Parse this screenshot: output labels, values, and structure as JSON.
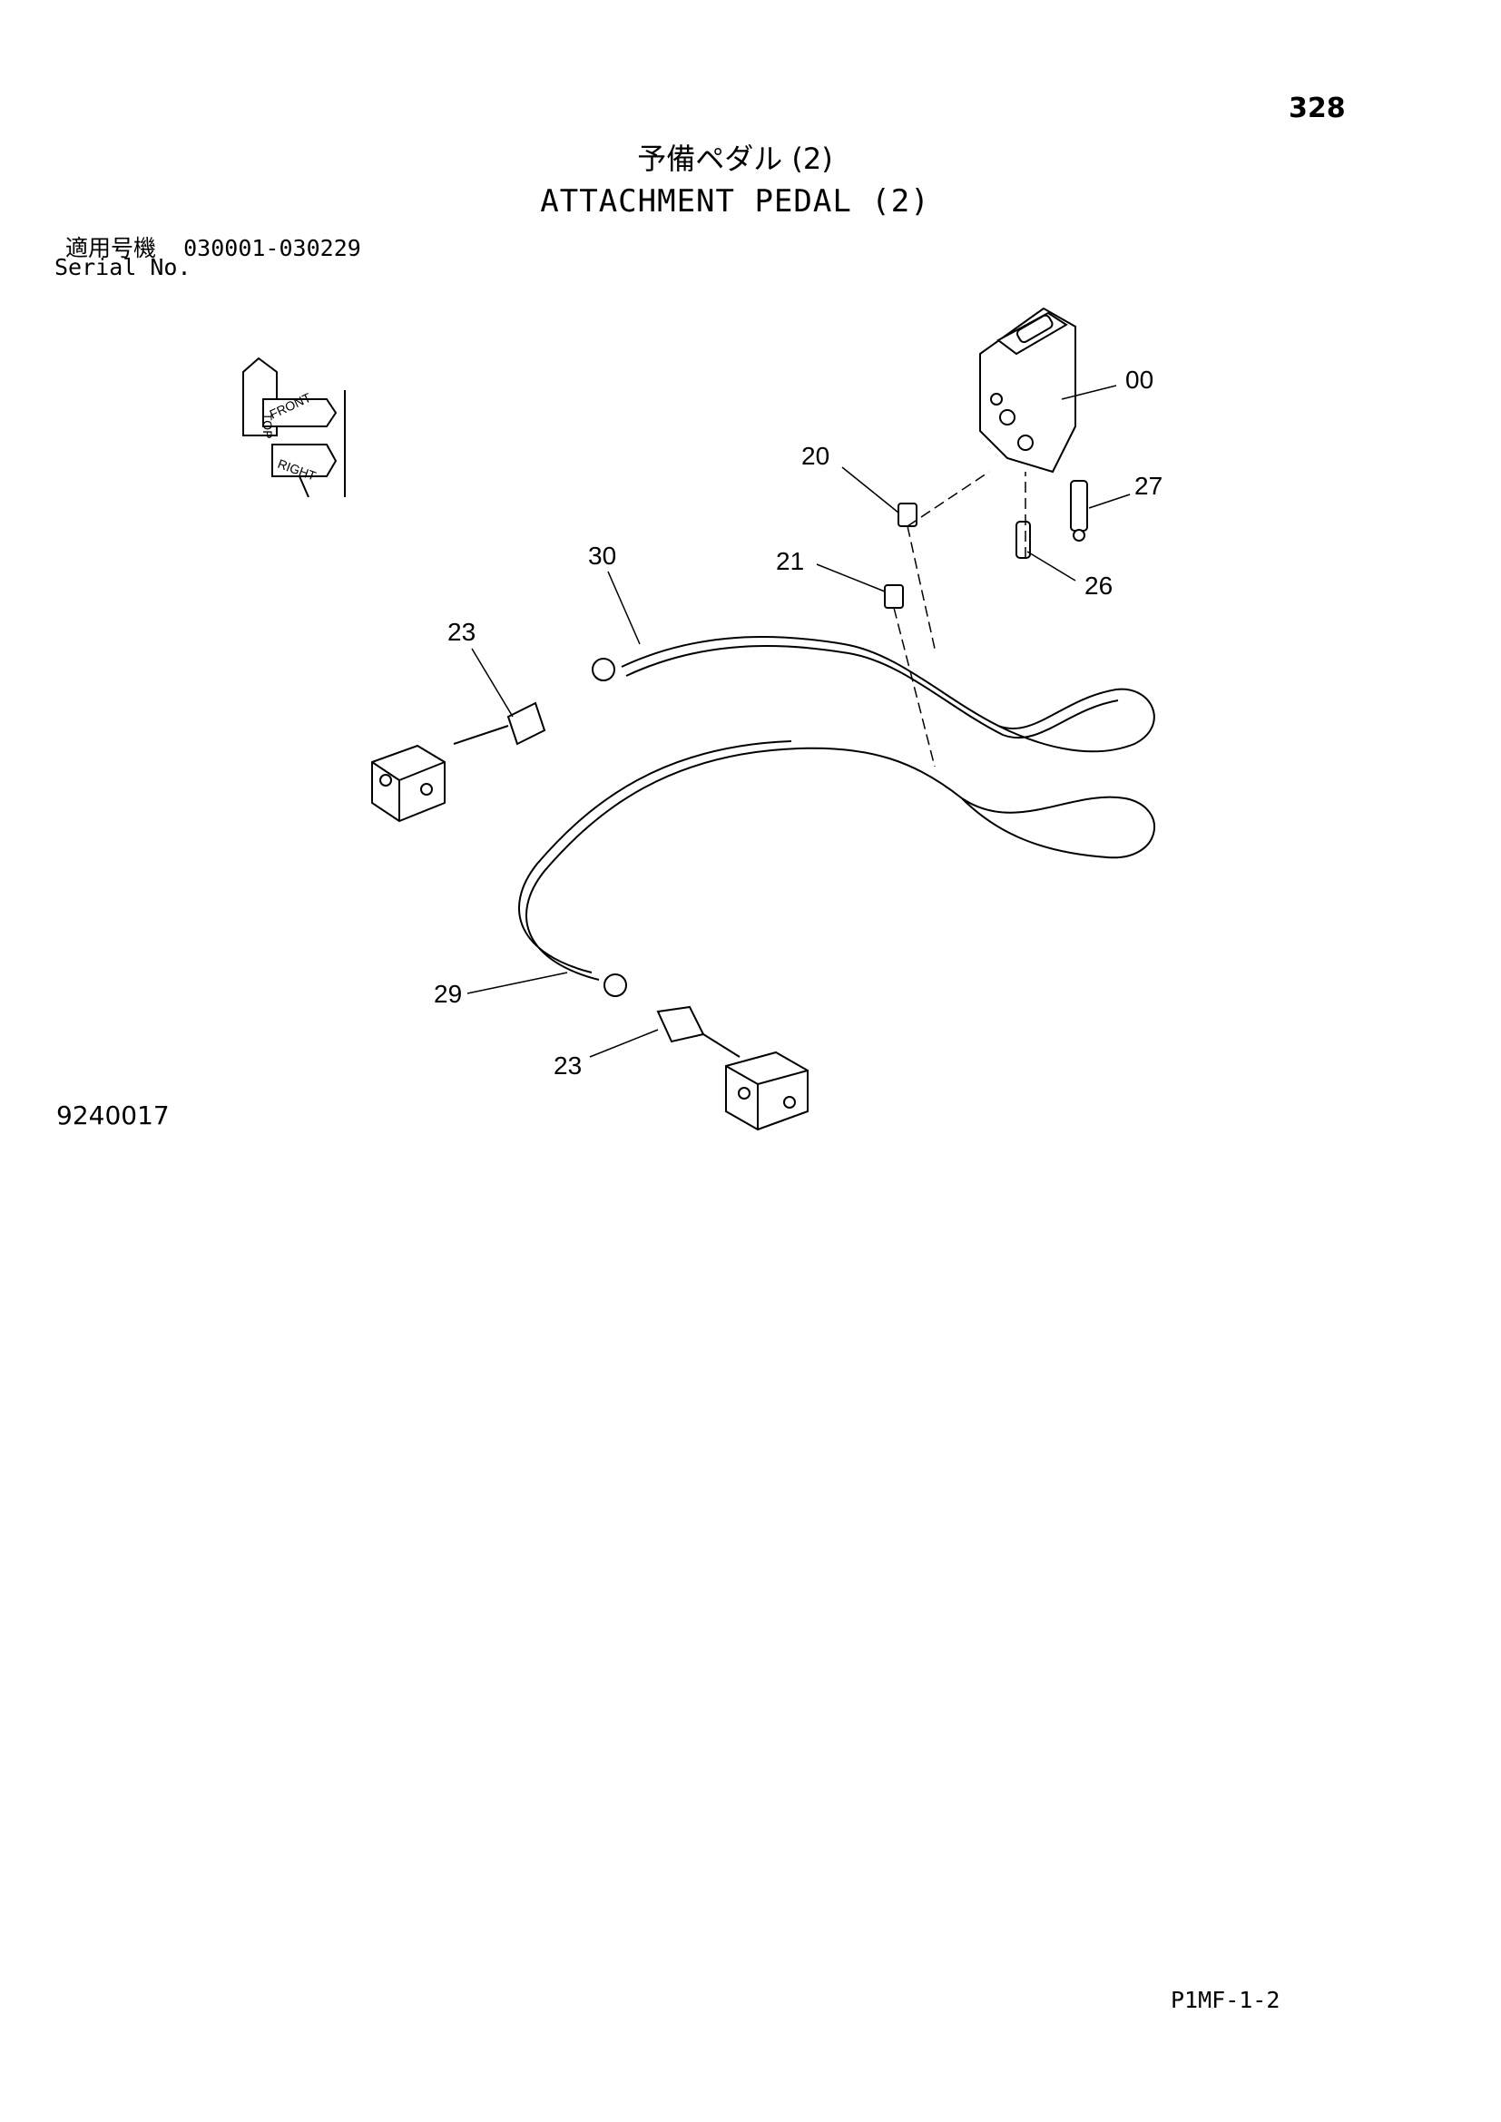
{
  "page_number": "328",
  "title_jp": "予備ペダル (2)",
  "title_en": "ATTACHMENT PEDAL (2)",
  "serial": {
    "label_jp": "適用号機",
    "range": "030001-030229",
    "label_en": "Serial No."
  },
  "orientation": {
    "top": "TOP",
    "front": "FRONT",
    "right": "RIGHT"
  },
  "callouts": [
    "00",
    "20",
    "27",
    "30",
    "21",
    "26",
    "23",
    "29",
    "23"
  ],
  "figure_number": "9240017",
  "footer_code": "P1MF-1-2"
}
